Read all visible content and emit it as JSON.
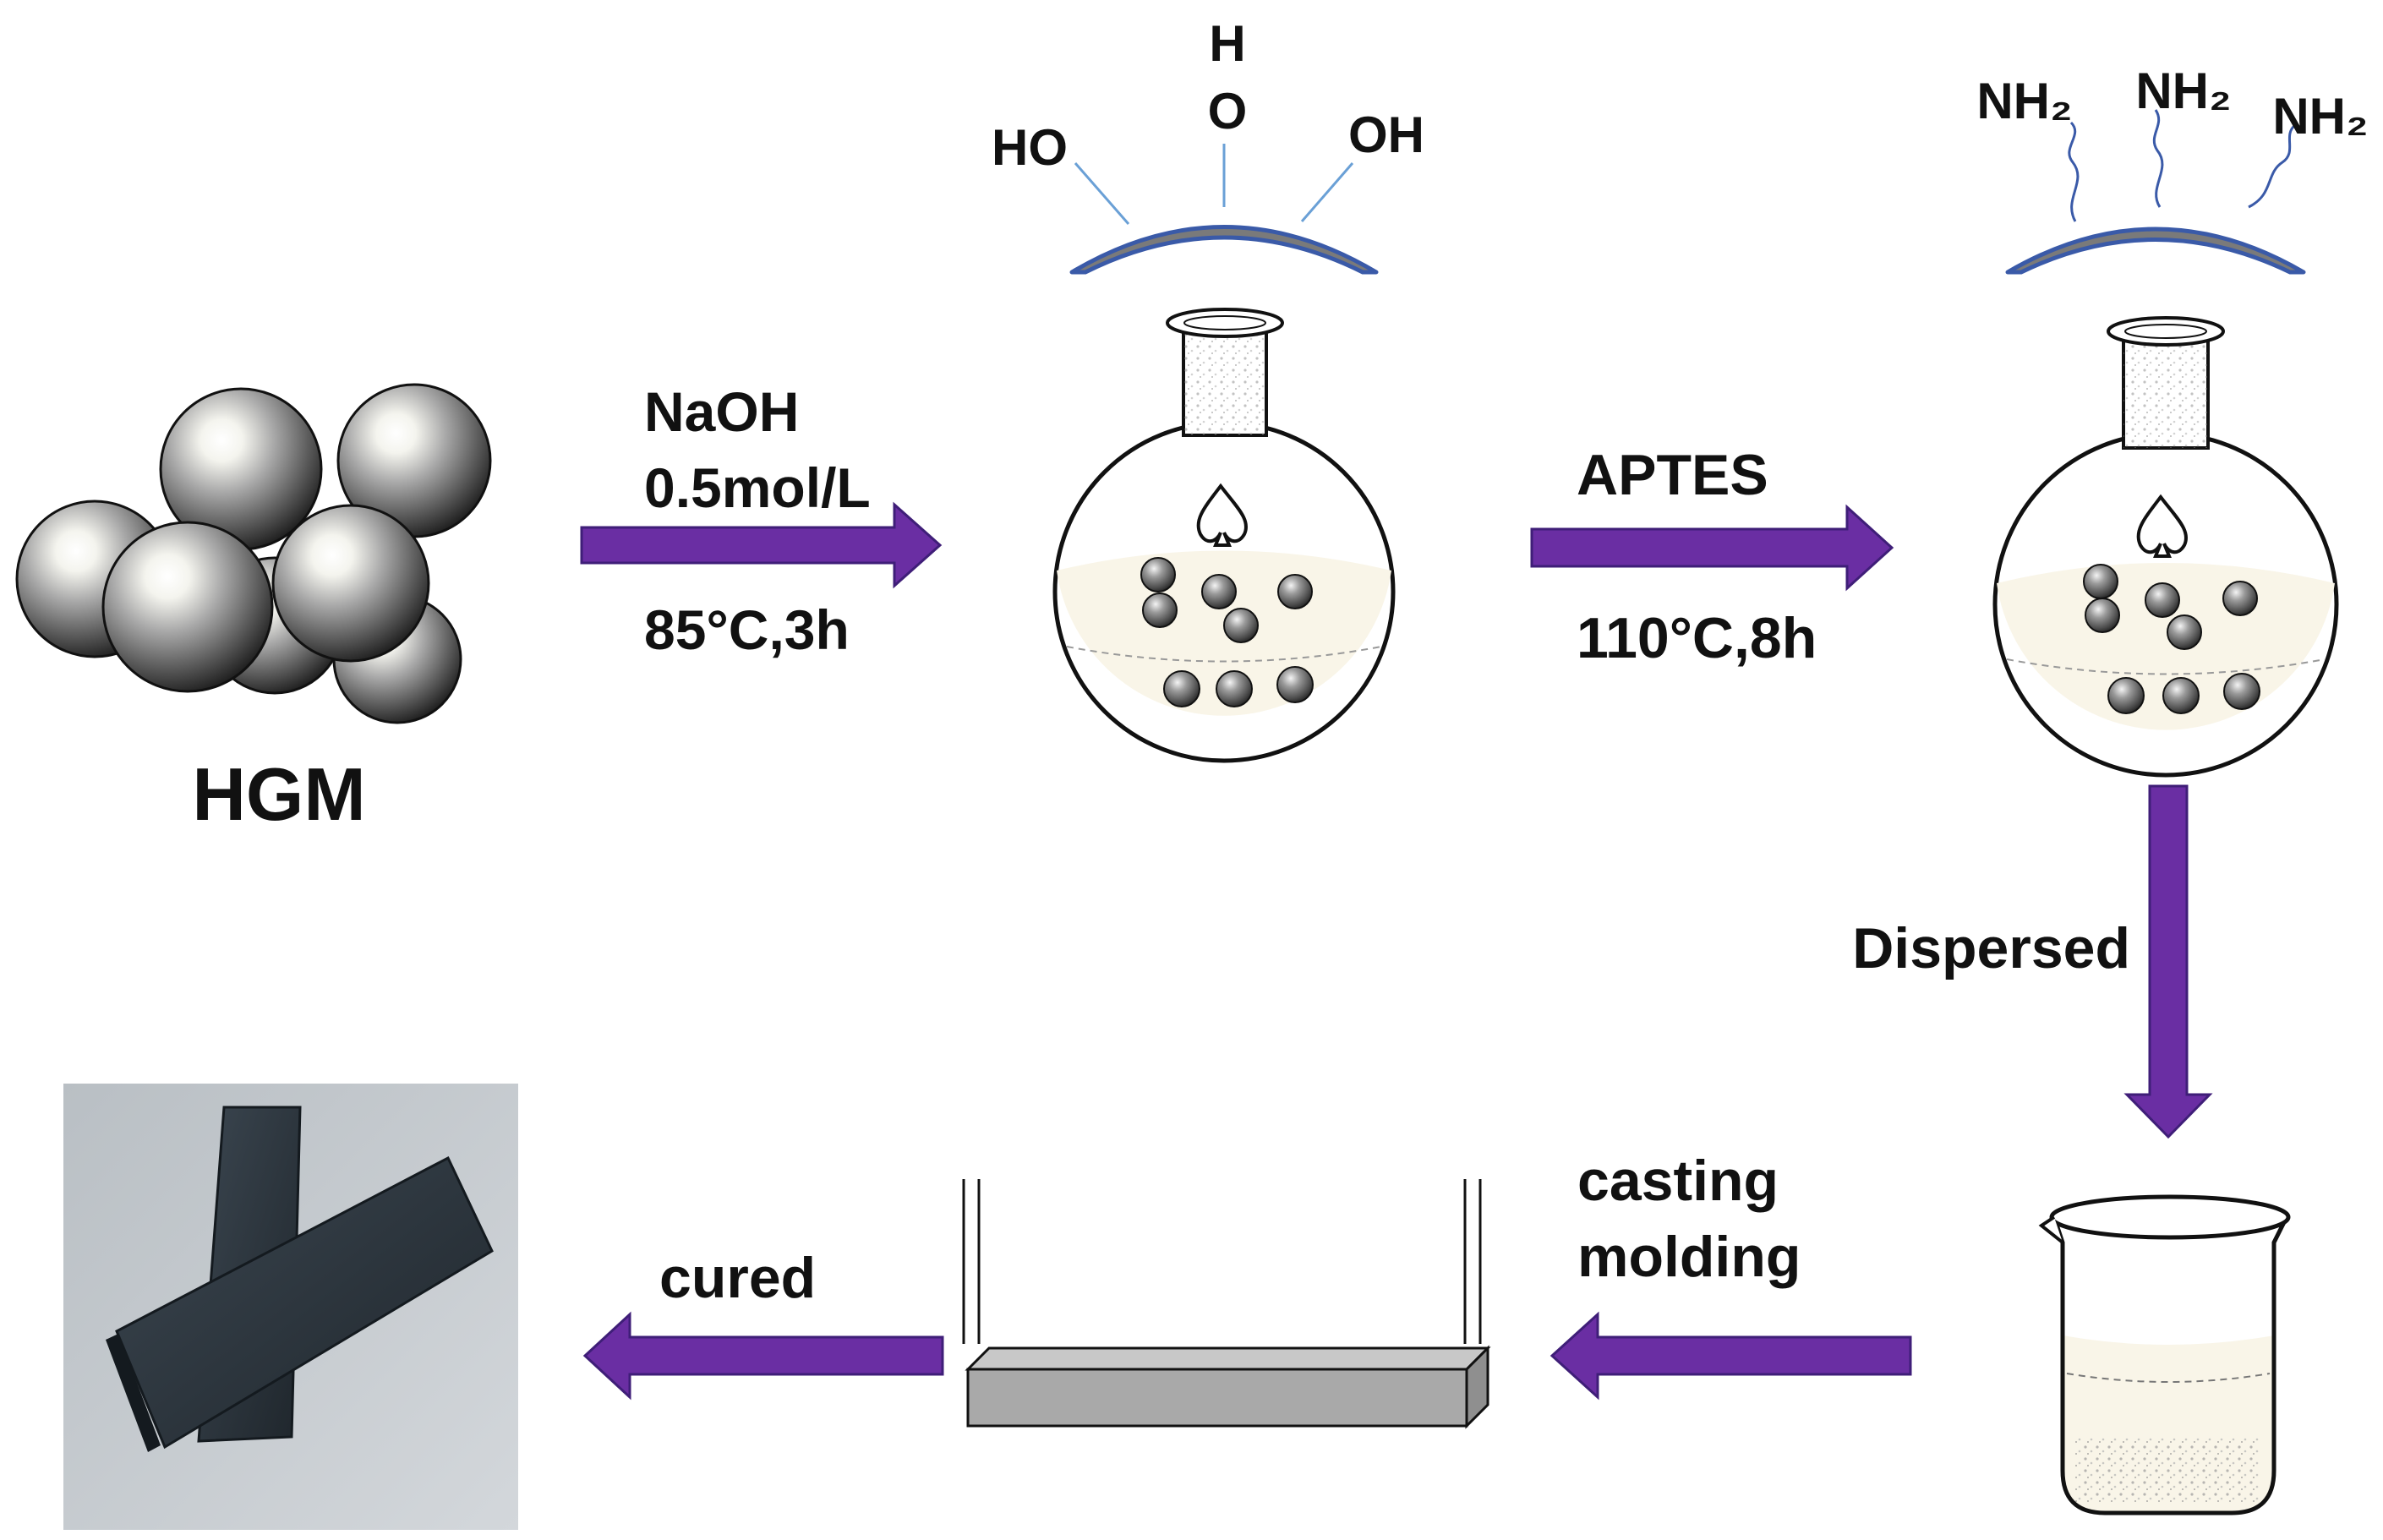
{
  "labels": {
    "hgm": "HGM",
    "step1": {
      "line1": "NaOH",
      "line2": "0.5mol/L",
      "line3": "85°C,3h"
    },
    "step2": {
      "line1": "APTES",
      "line2": "110°C,8h"
    },
    "step3": "Dispersed",
    "step4": {
      "line1": "casting",
      "line2": "molding"
    },
    "step5": "cured"
  },
  "hydroxyl_groups": {
    "left": "HO",
    "top_h": "H",
    "top_o": "O",
    "right": "OH"
  },
  "amine_groups": {
    "left": "NH₂",
    "middle": "NH₂",
    "right": "NH₂"
  },
  "colors": {
    "arrow": "#6a2ea3",
    "arrow_outline": "#3f1e78",
    "shell_fill": "#7a7a7a",
    "shell_edge": "#3a5aa8",
    "liquid": "#f9f5e8",
    "text": "#111111"
  }
}
